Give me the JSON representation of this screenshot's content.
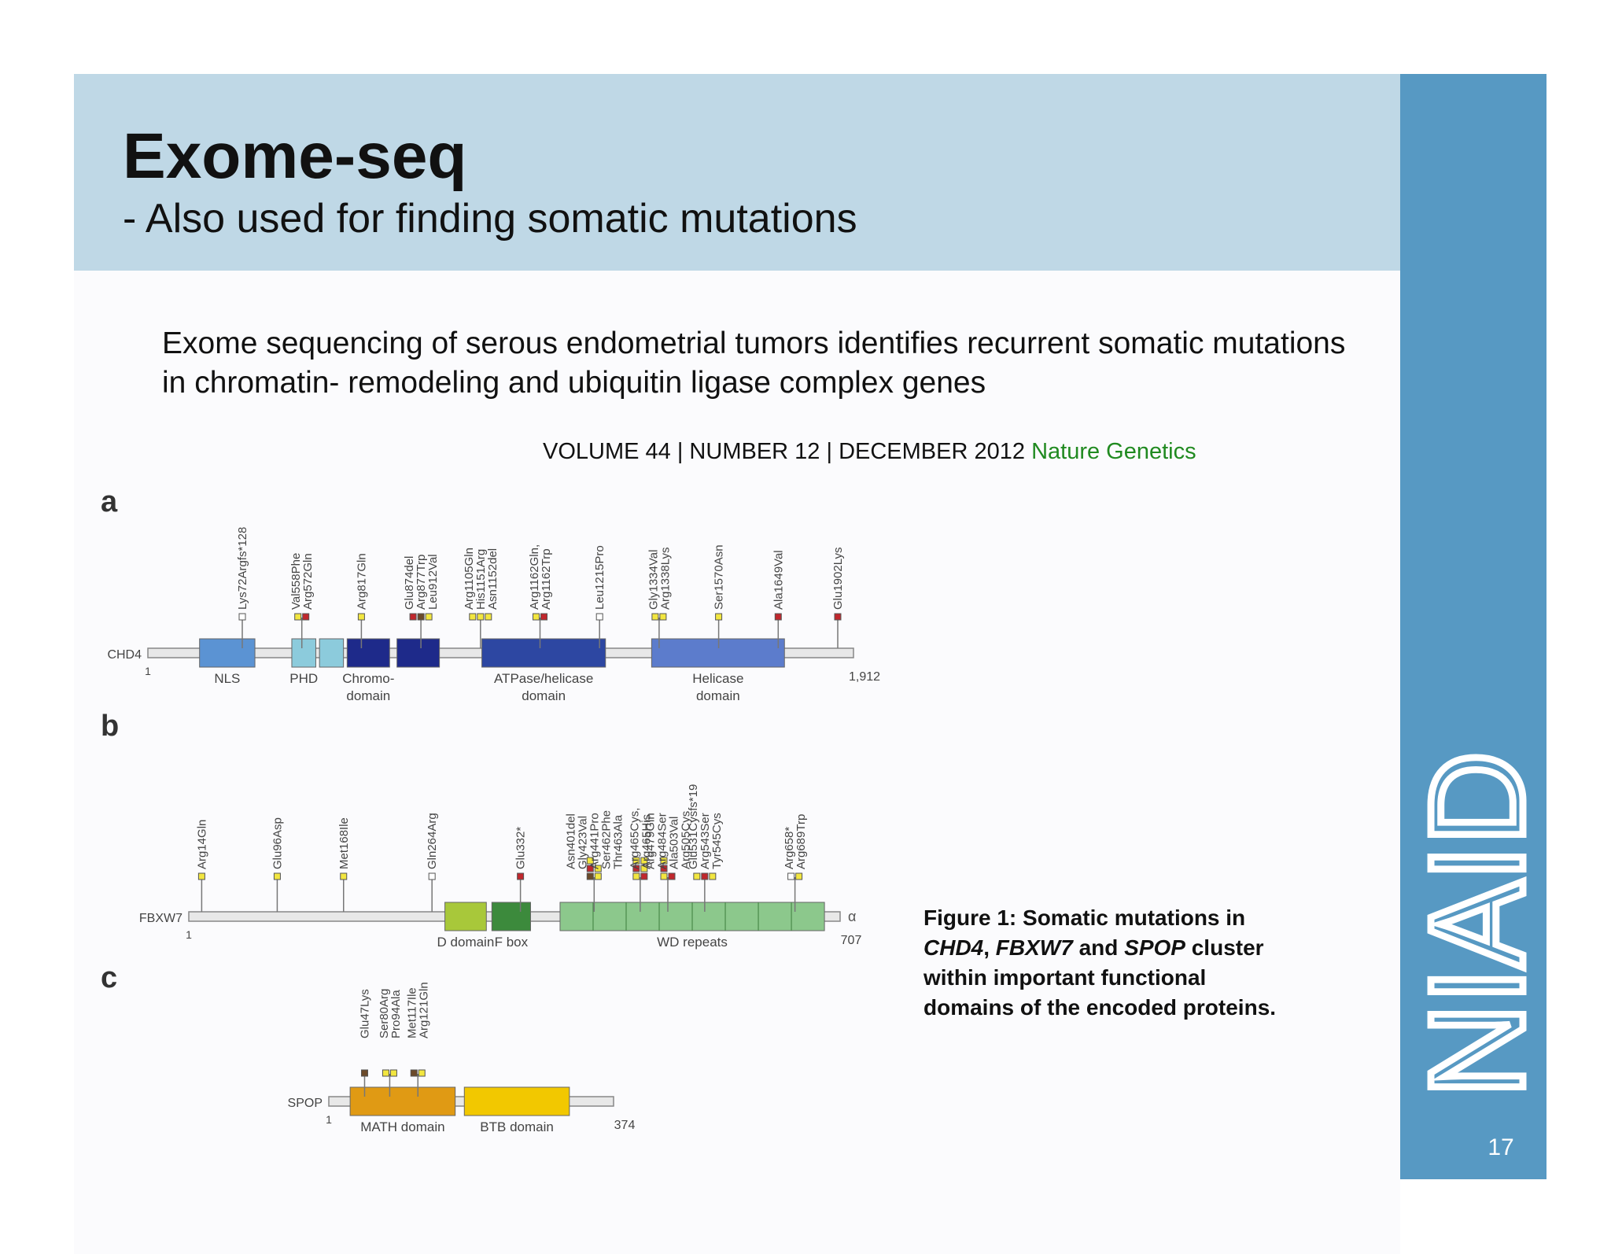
{
  "slide": {
    "title": "Exome-seq",
    "subtitle": "- Also used for finding somatic mutations",
    "paper_title": "Exome sequencing of serous endometrial tumors identifies recurrent somatic mutations in chromatin- remodeling and ubiquitin ligase complex genes",
    "citation": "VOLUME 44 | NUMBER 12 | DECEMBER 2012",
    "journal": "Nature Genetics",
    "caption_parts": [
      "Figure 1: Somatic mutations in ",
      "CHD4",
      ", ",
      "FBXW7",
      " and ",
      "SPOP",
      " cluster within important functional domains of the encoded proteins."
    ],
    "logo_text": "NIAID",
    "page_number": "17"
  },
  "colors": {
    "header_band": "#bfd8e6",
    "side_band": "#5799c3",
    "journal_green": "#208a20",
    "mutation_yellow": "#f2e640",
    "mutation_red": "#c0272d",
    "mutation_dark": "#6b4a2a",
    "mutation_white": "#ffffff"
  },
  "figure": {
    "panels": [
      {
        "letter": "a",
        "gene": "CHD4",
        "start": "1",
        "end": "1,912",
        "length": 1912,
        "domains": [
          {
            "label": "NLS",
            "start": 140,
            "end": 290,
            "color": "#5b93d3"
          },
          {
            "label": "PHD",
            "start": 390,
            "end": 455,
            "color": "#8ccbdc"
          },
          {
            "label": "",
            "start": 465,
            "end": 530,
            "color": "#8ccbdc"
          },
          {
            "label": "Chromo-\ndomain",
            "start": 540,
            "end": 655,
            "color": "#1e2a8a"
          },
          {
            "label": "",
            "start": 675,
            "end": 790,
            "color": "#1e2a8a"
          },
          {
            "label": "ATPase/helicase\ndomain",
            "start": 905,
            "end": 1240,
            "color": "#2d47a2"
          },
          {
            "label": "Helicase\ndomain",
            "start": 1365,
            "end": 1725,
            "color": "#5c7ccc"
          }
        ],
        "mutations": [
          {
            "labels": [
              "Lys72Argfs*128"
            ],
            "pos": 442,
            "markers": [
              "white"
            ]
          },
          {
            "labels": [
              "Val558Phe",
              "Arg572Gln"
            ],
            "pos": 852,
            "markers": [
              "yellow",
              "red"
            ]
          },
          {
            "labels": [
              "Arg817Gln"
            ],
            "pos": 1220,
            "markers": [
              "yellow"
            ]
          },
          {
            "labels": [
              "Glu874del",
              "Arg877Trp",
              "Leu912Val"
            ],
            "pos": 1358,
            "markers": [
              "red",
              "dark",
              "yellow"
            ]
          },
          {
            "labels": [
              "Arg1105Gln",
              "His1151Arg",
              "Asn1152del"
            ],
            "pos": 1632,
            "markers": [
              "yellow",
              "yellow",
              "yellow"
            ]
          },
          {
            "labels": [
              "Arg1162Gln,",
              "Arg1162Trp"
            ],
            "pos": 1738,
            "markers": [
              "yellow",
              "red"
            ]
          },
          {
            "labels": [
              "Leu1215Pro"
            ],
            "pos": 1862,
            "markers": [
              "white"
            ]
          },
          {
            "labels": [
              "Gly1334Val",
              "Arg1338Lys"
            ],
            "pos": 2158,
            "markers": [
              "yellow",
              "yellow"
            ]
          },
          {
            "labels": [
              "Ser1570Asn"
            ],
            "pos": 2375,
            "markers": [
              "yellow"
            ]
          },
          {
            "labels": [
              "Ala1649Val"
            ],
            "pos": 2485,
            "markers": [
              "red"
            ]
          },
          {
            "labels": [
              "Glu1902Lys"
            ],
            "pos": 2775,
            "markers": [
              "red"
            ]
          }
        ]
      },
      {
        "letter": "b",
        "gene": "FBXW7",
        "start": "1",
        "end": "707",
        "alpha": "α",
        "length": 707,
        "domains": [
          {
            "label": "D domain",
            "start": 278,
            "end": 323,
            "color": "#a8c83a"
          },
          {
            "label": "F box",
            "start": 329,
            "end": 371,
            "color": "#3c8a3c"
          },
          {
            "label": "WD repeats",
            "start": 403,
            "end": 690,
            "color": "#8cc88c",
            "repeats": 8
          }
        ],
        "mutations": [
          {
            "labels": [
              "Arg14Gln"
            ],
            "pos": 14,
            "markers": [
              "yellow"
            ]
          },
          {
            "labels": [
              "Glu96Asp"
            ],
            "pos": 96,
            "markers": [
              "yellow"
            ]
          },
          {
            "labels": [
              "Met168Ile"
            ],
            "pos": 168,
            "markers": [
              "yellow"
            ]
          },
          {
            "labels": [
              "Gln264Arg"
            ],
            "pos": 264,
            "markers": [
              "white"
            ]
          },
          {
            "labels": [
              "Glu332*"
            ],
            "pos": 360,
            "markers": [
              "red"
            ]
          },
          {
            "labels": [
              "Asn401del",
              "Gly423Val",
              "Arg441Pro",
              "Ser462Phe",
              "Thr463Ala"
            ],
            "pos": 440,
            "markers": [
              "dark",
              "red",
              "yellow",
              "yellow",
              "yellow"
            ]
          },
          {
            "labels": [
              "Arg465Cys,",
              "Arg465His"
            ],
            "pos": 490,
            "markers": [
              "yellow",
              "red",
              "yellow",
              "red",
              "yellow",
              "yellow"
            ]
          },
          {
            "labels": [
              "Arg479Gln",
              "Arg484Ser",
              "Ala503Val",
              "Arg505Cys"
            ],
            "pos": 520,
            "markers": [
              "yellow",
              "red",
              "yellow",
              "red"
            ]
          },
          {
            "labels": [
              "Glu531Cysfs*19",
              "Arg543Ser",
              "Tyr545Cys"
            ],
            "pos": 560,
            "markers": [
              "yellow",
              "red",
              "yellow"
            ]
          },
          {
            "labels": [
              "Arg658*",
              "Arg689Trp"
            ],
            "pos": 658,
            "markers": [
              "white",
              "yellow"
            ]
          }
        ]
      },
      {
        "letter": "c",
        "gene": "SPOP",
        "start": "1",
        "end": "374",
        "length": 374,
        "domains": [
          {
            "label": "MATH domain",
            "start": 28,
            "end": 166,
            "color": "#e09a14"
          },
          {
            "label": "BTB domain",
            "start": 178,
            "end": 316,
            "color": "#f2c800"
          }
        ],
        "mutations": [
          {
            "labels": [
              "Glu47Lys"
            ],
            "pos": 47,
            "markers": [
              "dark"
            ]
          },
          {
            "labels": [
              "Ser80Arg",
              "Pro94Ala"
            ],
            "pos": 80,
            "markers": [
              "yellow",
              "yellow"
            ]
          },
          {
            "labels": [
              "Met117Ile",
              "Arg121Gln"
            ],
            "pos": 117,
            "markers": [
              "dark",
              "yellow"
            ]
          }
        ]
      }
    ]
  }
}
